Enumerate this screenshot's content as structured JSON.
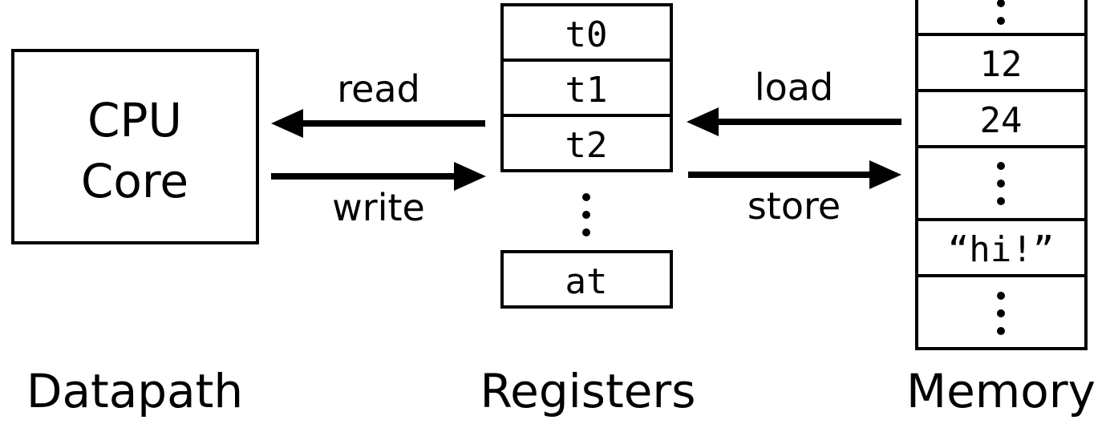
{
  "datapath": {
    "box_lines": [
      "CPU",
      "Core"
    ],
    "caption": "Datapath"
  },
  "registers": {
    "cells": [
      "t0",
      "t1",
      "t2"
    ],
    "last_cell": "at",
    "caption": "Registers"
  },
  "memory": {
    "cells": [
      "⋮",
      "12",
      "24",
      "⋮",
      "“hi!”",
      "⋮"
    ],
    "caption": "Memory"
  },
  "arrows": {
    "read": "read",
    "write": "write",
    "load": "load",
    "store": "store"
  }
}
